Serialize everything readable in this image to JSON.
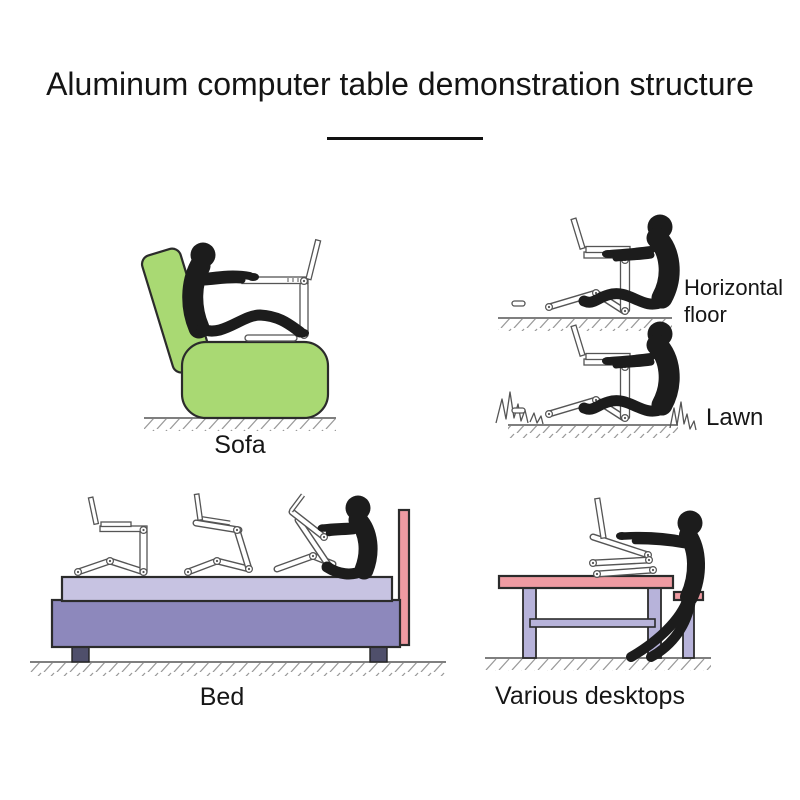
{
  "title": "Aluminum computer table demonstration structure",
  "scenes": {
    "sofa": {
      "label": "Sofa"
    },
    "horizontal_floor": {
      "label": "Horizontal floor"
    },
    "lawn": {
      "label": "Lawn"
    },
    "bed": {
      "label": "Bed"
    },
    "desktops": {
      "label": "Various desktops"
    }
  },
  "colors": {
    "sofa_green": "#a9d973",
    "bed_mattress": "#c7c3e2",
    "bed_frame": "#8d88bc",
    "bed_feet": "#4f4f6b",
    "pink": "#ef9ba2",
    "lavender": "#b7b3da",
    "figure": "#1c1c1c",
    "outline": "#2b2b2b"
  }
}
